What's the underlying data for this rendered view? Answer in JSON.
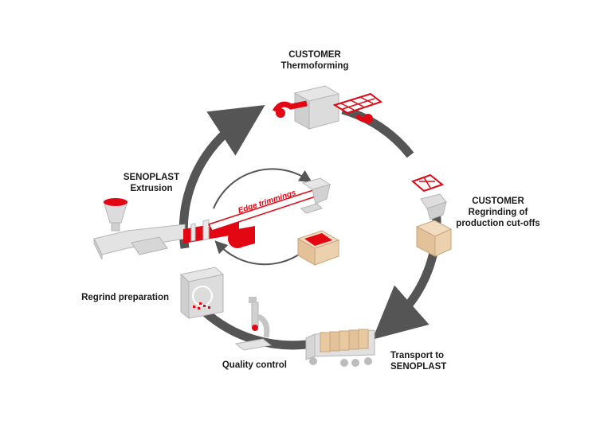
{
  "labels": {
    "customer_thermo": {
      "line1": "CUSTOMER",
      "line2": "Thermoforming"
    },
    "customer_regrind": {
      "line1": "CUSTOMER",
      "line2": "Regrinding of",
      "line3": "production cut-offs"
    },
    "transport": {
      "line1": "Transport to",
      "line2": "SENOPLAST"
    },
    "quality": {
      "line1": "Quality control"
    },
    "regrind_prep": {
      "line1": "Regrind preparation"
    },
    "senoplast_extrusion": {
      "line1": "SENOPLAST",
      "line2": "Extrusion"
    },
    "edge_trimmings": "Edge trimmings"
  },
  "colors": {
    "accent": "#e30613",
    "arrow": "#555555",
    "machine": "#d6d6d6",
    "box": "#e8c9a0"
  }
}
